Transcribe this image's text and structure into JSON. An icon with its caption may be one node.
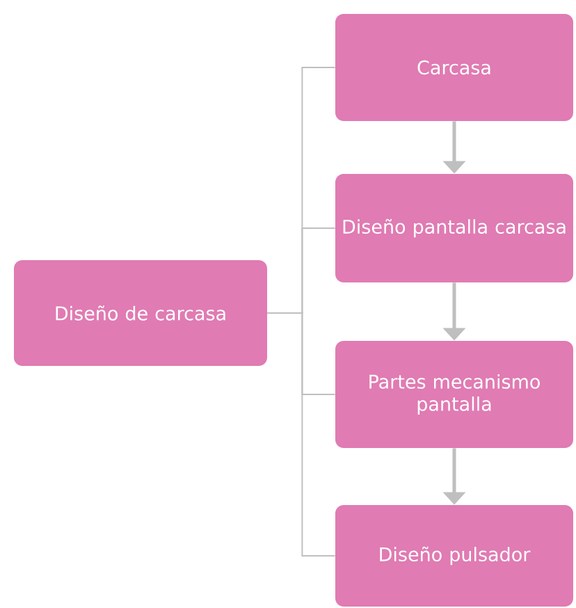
{
  "diagram": {
    "nodes": [
      {
        "text": [
          "Diseño de carcasa"
        ]
      },
      {
        "text": [
          "Carcasa"
        ]
      },
      {
        "text": [
          "Diseño pantalla carcasa"
        ]
      },
      {
        "text": [
          "Partes mecanismo pantalla"
        ]
      },
      {
        "text": [
          "Diseño pulsador"
        ]
      }
    ],
    "edges": [
      {
        "from": 0,
        "to": 1,
        "arrow": "none"
      },
      {
        "from": 0,
        "to": 2,
        "arrow": "none"
      },
      {
        "from": 0,
        "to": 3,
        "arrow": "none"
      },
      {
        "from": 0,
        "to": 4,
        "arrow": "none"
      },
      {
        "from": 1,
        "to": 2,
        "arrow": "to",
        "style": "thick"
      },
      {
        "from": 2,
        "to": 3,
        "arrow": "to",
        "style": "thick"
      },
      {
        "from": 3,
        "to": 4,
        "arrow": "to",
        "style": "thick"
      }
    ]
  }
}
